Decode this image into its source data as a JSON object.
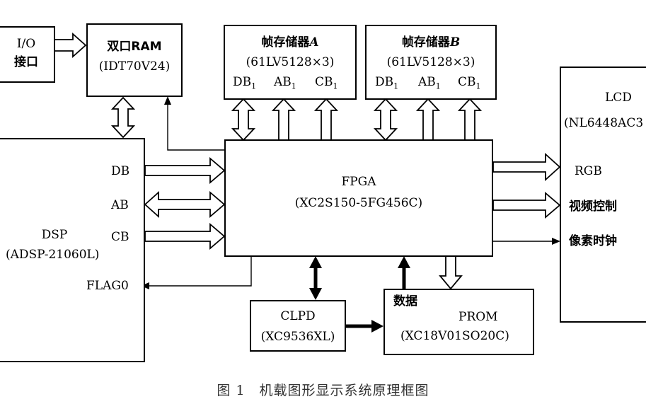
{
  "blocks": {
    "io": {
      "line1": "I/O",
      "line2": "接口"
    },
    "dpram": {
      "name": "双口RAM",
      "part": "(IDT70V24)"
    },
    "fba": {
      "name": "帧存储器",
      "letter": "A",
      "part": "(61LV5128×3)",
      "db": "DB",
      "ab": "AB",
      "cb": "CB",
      "sub": "1"
    },
    "fbb": {
      "name": "帧存储器",
      "letter": "B",
      "part": "(61LV5128×3)",
      "db": "DB",
      "ab": "AB",
      "cb": "CB",
      "sub": "1"
    },
    "lcd": {
      "name": "LCD",
      "part": "(NL6448AC3"
    },
    "dsp": {
      "name": "DSP",
      "part": "(ADSP-21060L)",
      "db": "DB",
      "ab": "AB",
      "cb": "CB",
      "flag": "FLAG0"
    },
    "fpga": {
      "name": "FPGA",
      "part": "(XC2S150-5FG456C)"
    },
    "clpd": {
      "name": "CLPD",
      "part": "(XC9536XL)"
    },
    "prom": {
      "name": "PROM",
      "part": "(XC18V01SO20C)",
      "data_label": "数据"
    }
  },
  "signals": {
    "rgb": "RGB",
    "video_ctrl": "视频控制",
    "pixel_clock": "像素时钟"
  },
  "caption": "图 1　机载图形显示系统原理框图"
}
